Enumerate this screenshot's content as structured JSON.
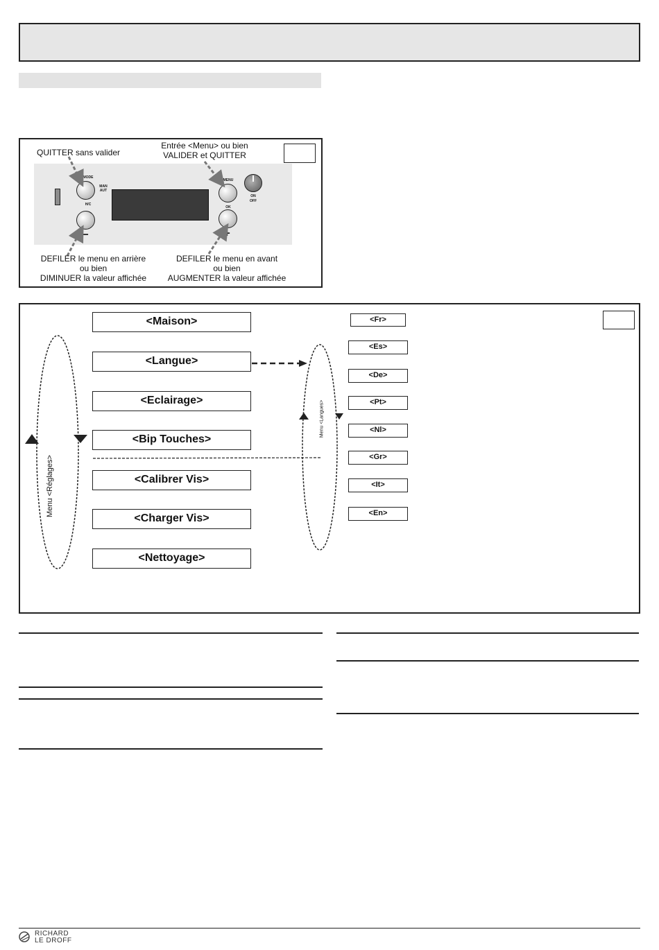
{
  "panel1": {
    "label_quit": "QUITTER sans valider",
    "label_enter_line1": "Entrée <Menu> ou bien",
    "label_enter_line2": "VALIDER et QUITTER",
    "btn_mode_top": "MODE",
    "btn_mode_bottom": "H/C",
    "label_man": "MAN",
    "label_aut": "AUT",
    "btn_menu_top": "MENU",
    "btn_menu_bottom": "OK",
    "label_on": "ON",
    "label_off": "OFF",
    "minus_sign": "−",
    "plus_sign": "+",
    "label_back_line1": "DEFILER le menu en arrière",
    "label_back_line2": "ou bien",
    "label_back_line3": "DIMINUER la valeur affichée",
    "label_fwd_line1": "DEFILER le menu en avant",
    "label_fwd_line2": "ou bien",
    "label_fwd_line3": "AUGMENTER la valeur affichée"
  },
  "panel2": {
    "menu_reglages_label": "Menu <Réglages>",
    "menu_langues_label": "Menu <Langues>",
    "menu_items": [
      "<Maison>",
      "<Langue>",
      "<Eclairage>",
      "<Bip Touches>",
      "<Calibrer Vis>",
      "<Charger Vis>",
      "<Nettoyage>"
    ],
    "languages": [
      "<Fr>",
      "<Es>",
      "<De>",
      "<Pt>",
      "<Nl>",
      "<Gr>",
      "<It>",
      "<En>"
    ]
  },
  "footer": {
    "logo_line1": "RICHARD",
    "logo_line2": "LE DROFF"
  }
}
